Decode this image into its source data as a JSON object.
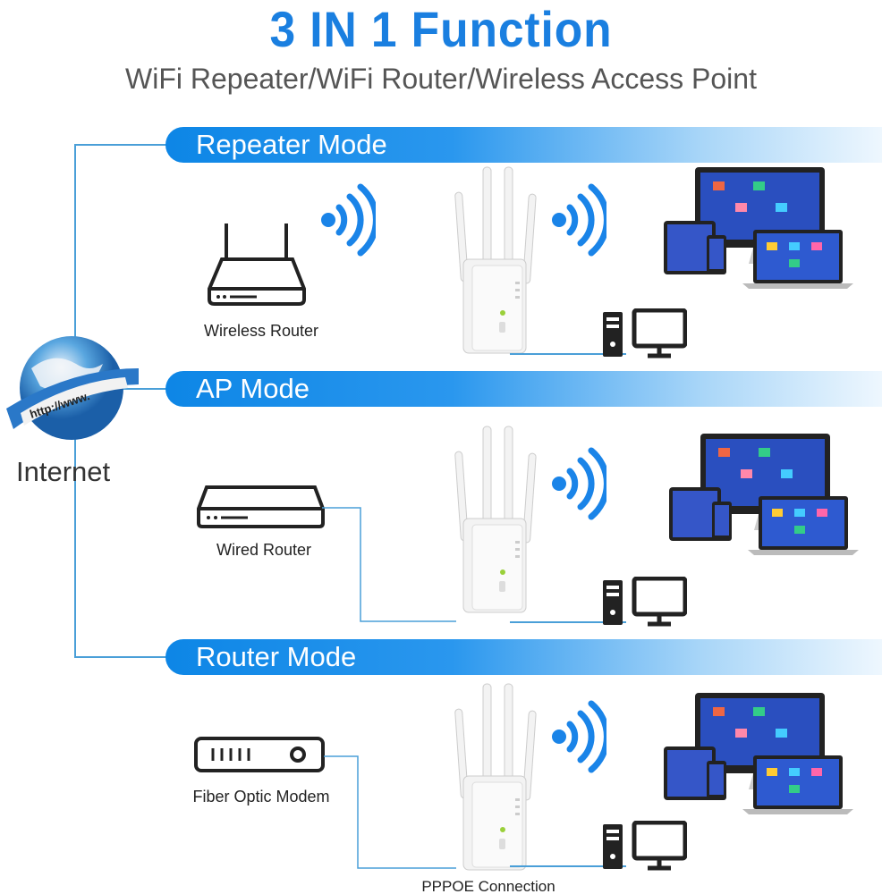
{
  "header": {
    "title": "3 IN 1 Function",
    "subtitle": "WiFi Repeater/WiFi Router/Wireless Access Point"
  },
  "internet": {
    "label": "Internet",
    "globe_text": "http://www."
  },
  "modes": [
    {
      "title": "Repeater Mode",
      "source_label": "Wireless Router"
    },
    {
      "title": "AP Mode",
      "source_label": "Wired Router"
    },
    {
      "title": "Router Mode",
      "source_label": "Fiber Optic Modem",
      "connection_label": "PPPOE Connection"
    }
  ],
  "colors": {
    "accent": "#1a7fe0",
    "line": "#4a9fd8",
    "icon": "#222222"
  }
}
